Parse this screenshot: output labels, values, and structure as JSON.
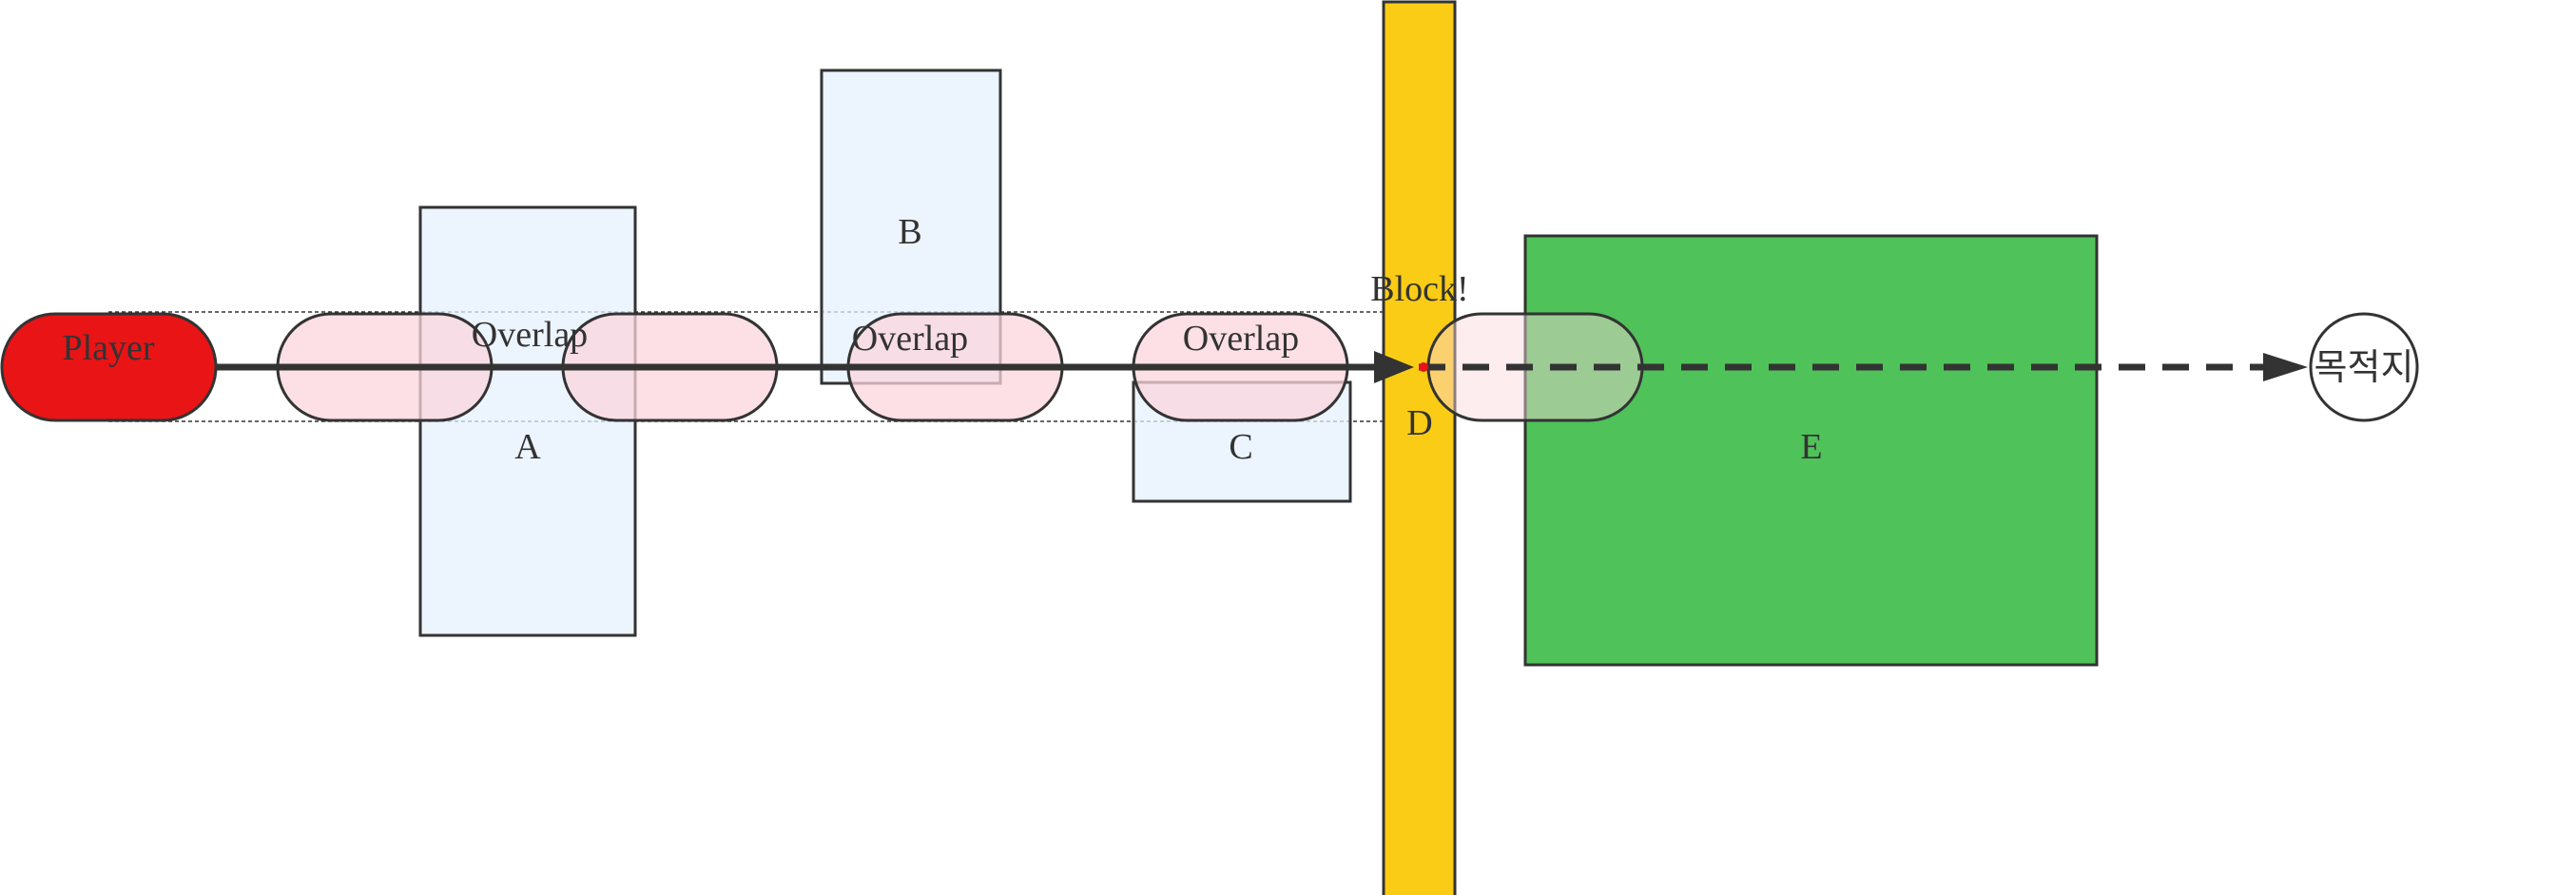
{
  "labels": {
    "player": "Player",
    "overlap": "Overlap",
    "block": "Block!",
    "destination": "목적지",
    "box_a": "A",
    "box_b": "B",
    "box_c": "C",
    "box_d": "D",
    "box_e": "E"
  },
  "colors": {
    "player_fill": "#e81416",
    "ghost_fill": "#fbd6dc",
    "obstacle_fill": "#e6f0fc",
    "wall_fill": "#facc15",
    "target_fill": "#4fc25a",
    "stroke": "#333333",
    "hit_point": "#e81416"
  },
  "icons": {
    "ray_arrowhead": "arrowhead-icon",
    "projected_arrowhead": "arrowhead-icon"
  }
}
